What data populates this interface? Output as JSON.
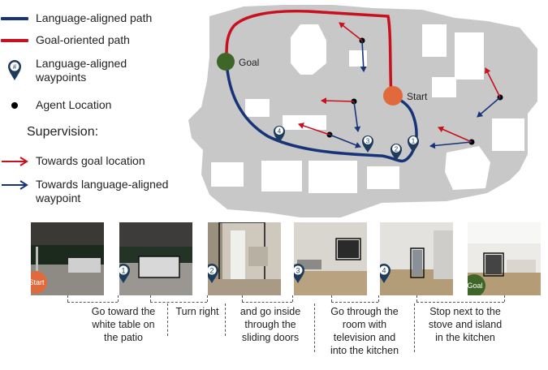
{
  "legend": {
    "language_path": "Language-aligned path",
    "goal_path": "Goal-oriented path",
    "waypoints_l1": "Language-aligned",
    "waypoints_l2": "waypoints",
    "waypoint_symbol": "#",
    "agent": "Agent Location",
    "supervision_title": "Supervision:",
    "towards_goal": "Towards goal location",
    "towards_lang_l1": "Towards language-aligned",
    "towards_lang_l2": "waypoint"
  },
  "colors": {
    "language_path": "#17347a",
    "goal_path": "#c8111e",
    "goal_marker": "#3e6628",
    "start_marker": "#e06a3c",
    "map_floor": "#c8c8c8"
  },
  "map": {
    "goal_label": "Goal",
    "start_label": "Start",
    "waypoints": [
      "1",
      "2",
      "3",
      "4"
    ]
  },
  "frames": {
    "start_label": "Start",
    "goal_label": "Goal",
    "waypoints": [
      "1",
      "2",
      "3",
      "4"
    ]
  },
  "captions": [
    {
      "l1": "Go toward the",
      "l2": "white table on",
      "l3": "the patio",
      "l4": ""
    },
    {
      "l1": "Turn right",
      "l2": "",
      "l3": "",
      "l4": ""
    },
    {
      "l1": "and go inside",
      "l2": "through the",
      "l3": "sliding doors",
      "l4": ""
    },
    {
      "l1": "Go through the",
      "l2": "room with",
      "l3": "television and",
      "l4": "into the kitchen"
    },
    {
      "l1": "Stop next to the",
      "l2": "stove and island",
      "l3": "in the kitchen",
      "l4": ""
    }
  ]
}
